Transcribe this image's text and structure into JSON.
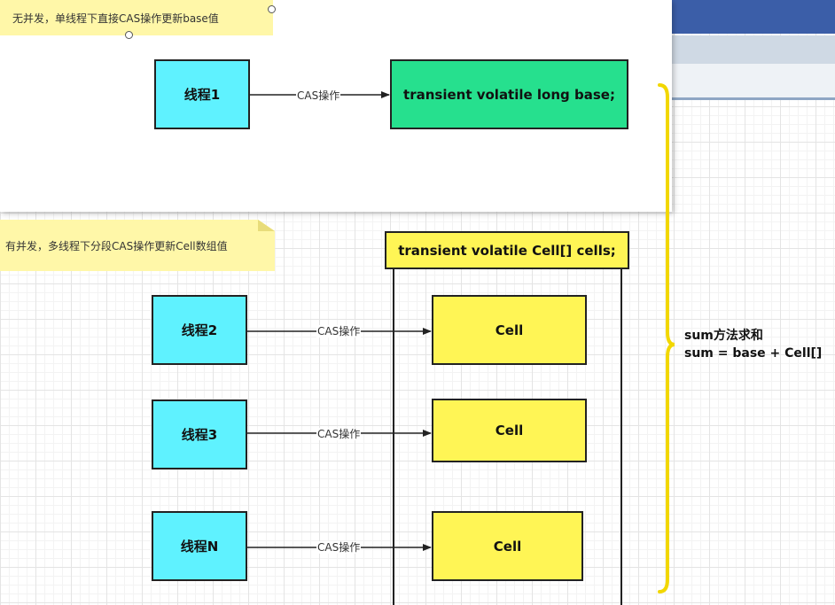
{
  "notes": {
    "top": "无并发，单线程下直接CAS操作更新base值",
    "middle": "有并发，多线程下分段CAS操作更新Cell数组值"
  },
  "threads": {
    "t1": "线程1",
    "t2": "线程2",
    "t3": "线程3",
    "tn": "线程N"
  },
  "base_field": "transient volatile long base;",
  "cells_field": "transient volatile Cell[] cells;",
  "cells": [
    "Cell",
    "Cell",
    "Cell"
  ],
  "edge_label": "CAS操作",
  "sum": {
    "line1": "sum方法求和",
    "line2": "sum = base + Cell[]"
  },
  "colors": {
    "thread": "#5ff2ff",
    "base": "#26e08e",
    "cell": "#fff555",
    "note": "#fff7a8",
    "brace": "#f2d700"
  }
}
